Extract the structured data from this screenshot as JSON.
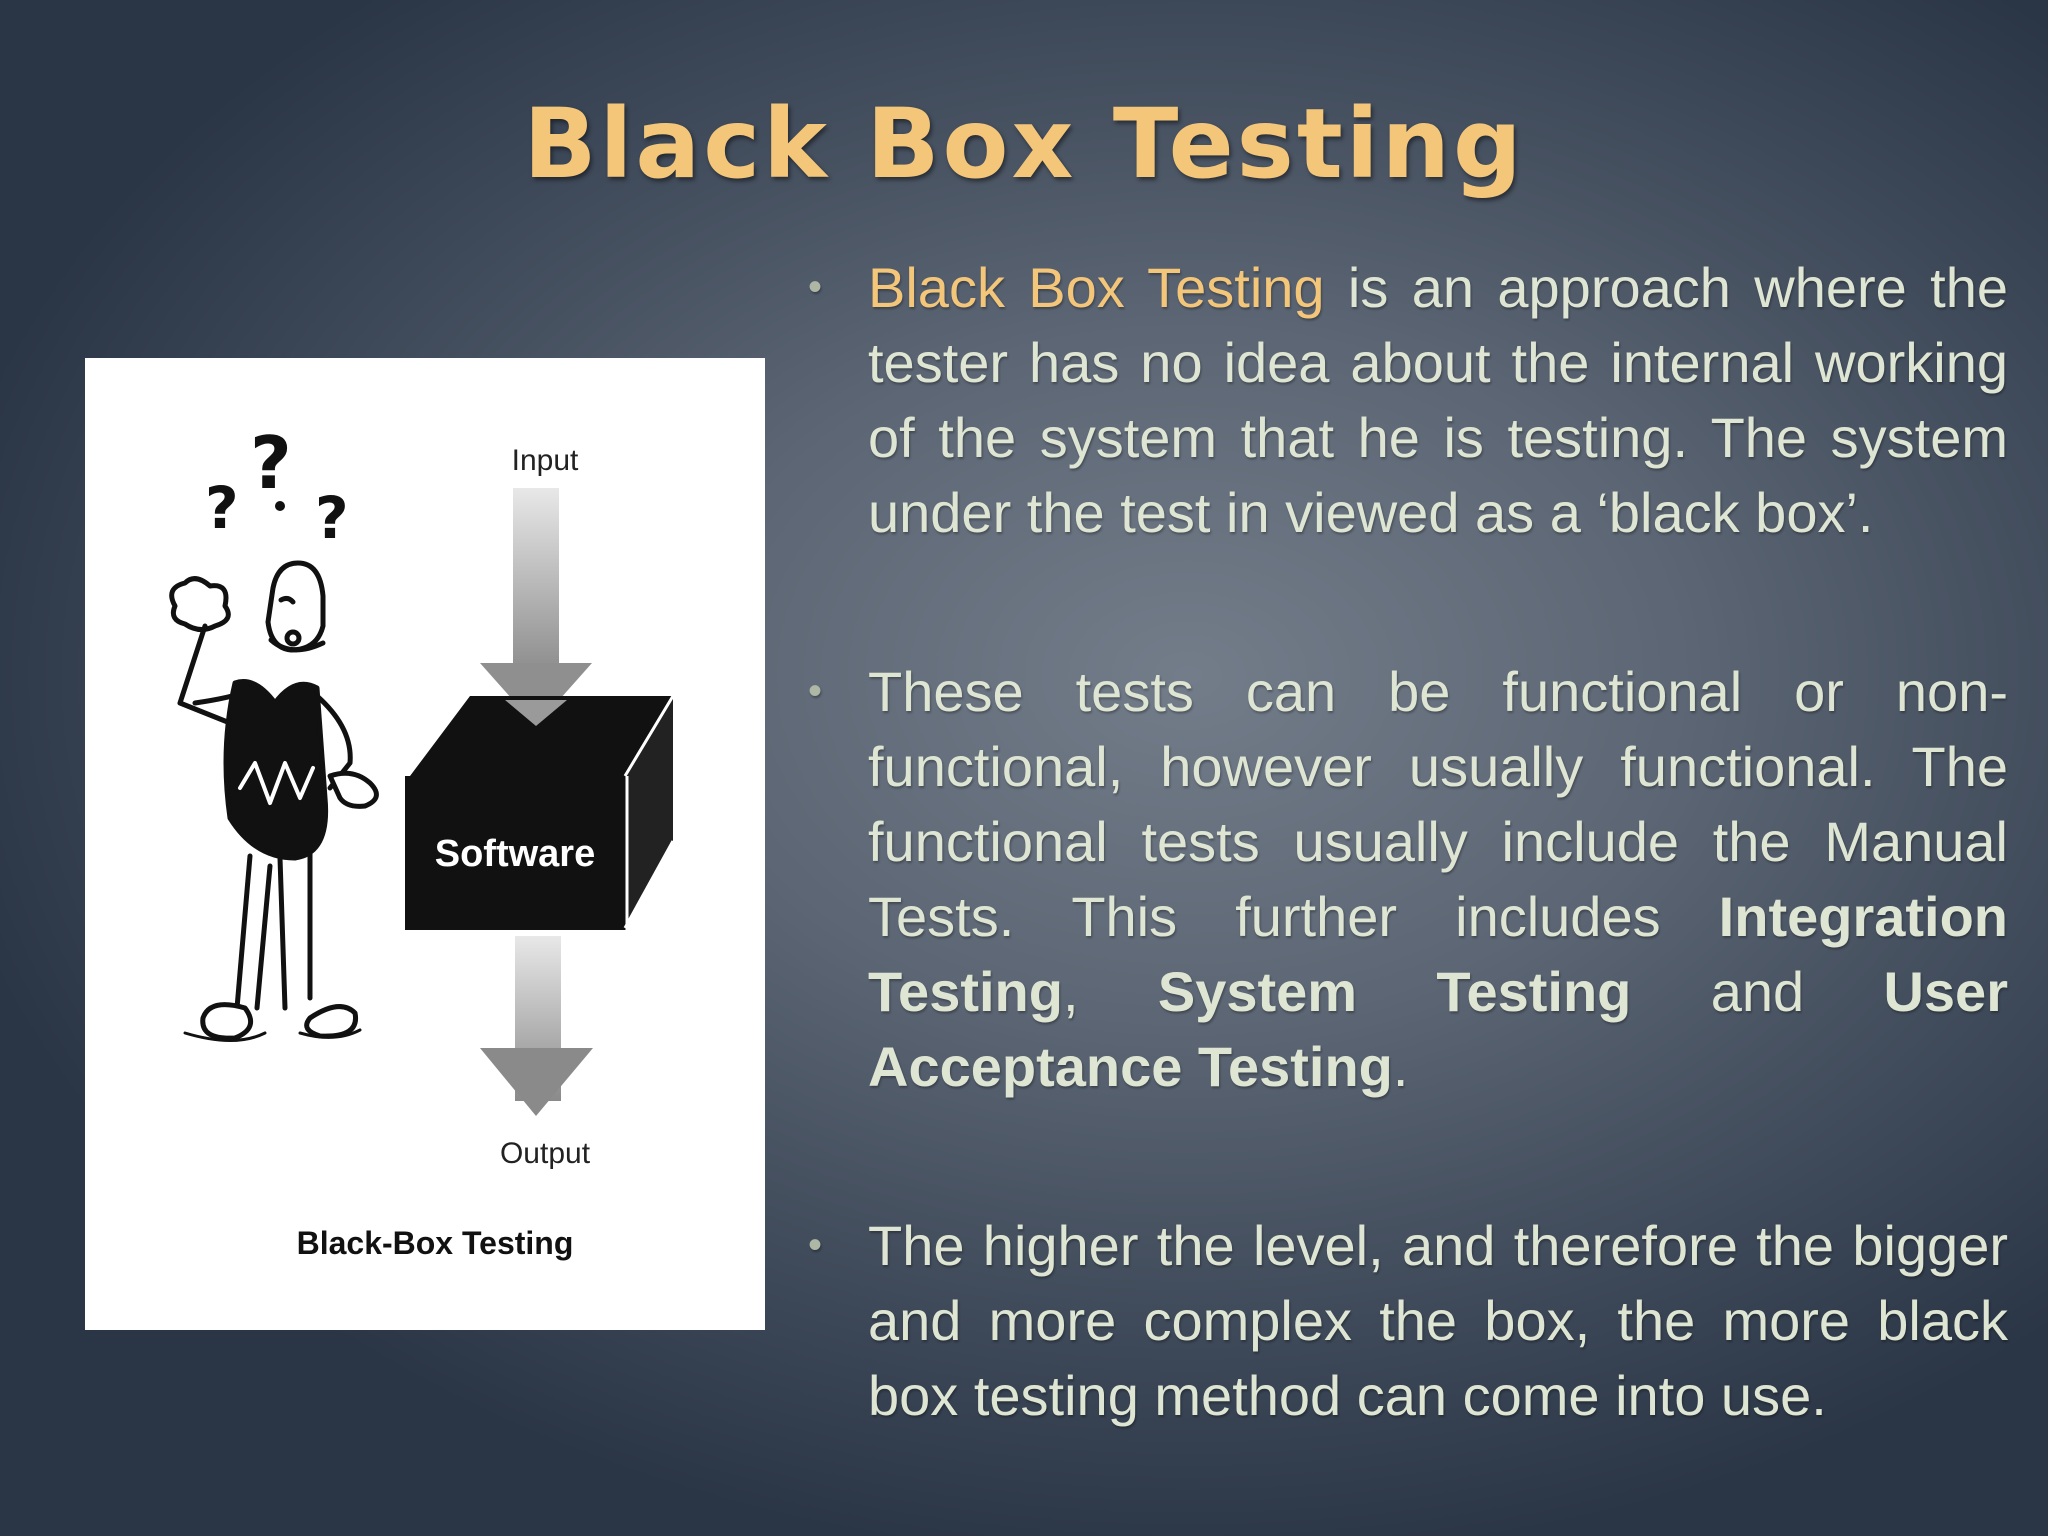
{
  "slide": {
    "title": "Black Box Testing"
  },
  "figure": {
    "input_label": "Input",
    "box_label": "Software",
    "output_label": "Output",
    "caption": "Black-Box Testing",
    "question_marks": "? ? ?"
  },
  "bullets": [
    {
      "highlight": "Black Box Testing",
      "text": " is an approach where the tester has no idea about the internal working of the system that he is testing. The system under the test in viewed as a ‘black box’."
    },
    {
      "text_a": "These tests can be functional or non-functional, however usually functional. The functional tests usually include the Manual Tests. This further includes ",
      "bold_a": "Integration Testing",
      "text_b": ", ",
      "bold_b": "System Testing",
      "text_c": " and ",
      "bold_c": "User Acceptance Testing",
      "text_d": "."
    },
    {
      "text": "The higher the level, and therefore the bigger and more complex the box, the more black box testing method can come into use."
    }
  ],
  "colors": {
    "title": "#f3c67a",
    "highlight": "#f3c67a",
    "body_text": "#dfe5d3",
    "background": "#5b6573"
  }
}
